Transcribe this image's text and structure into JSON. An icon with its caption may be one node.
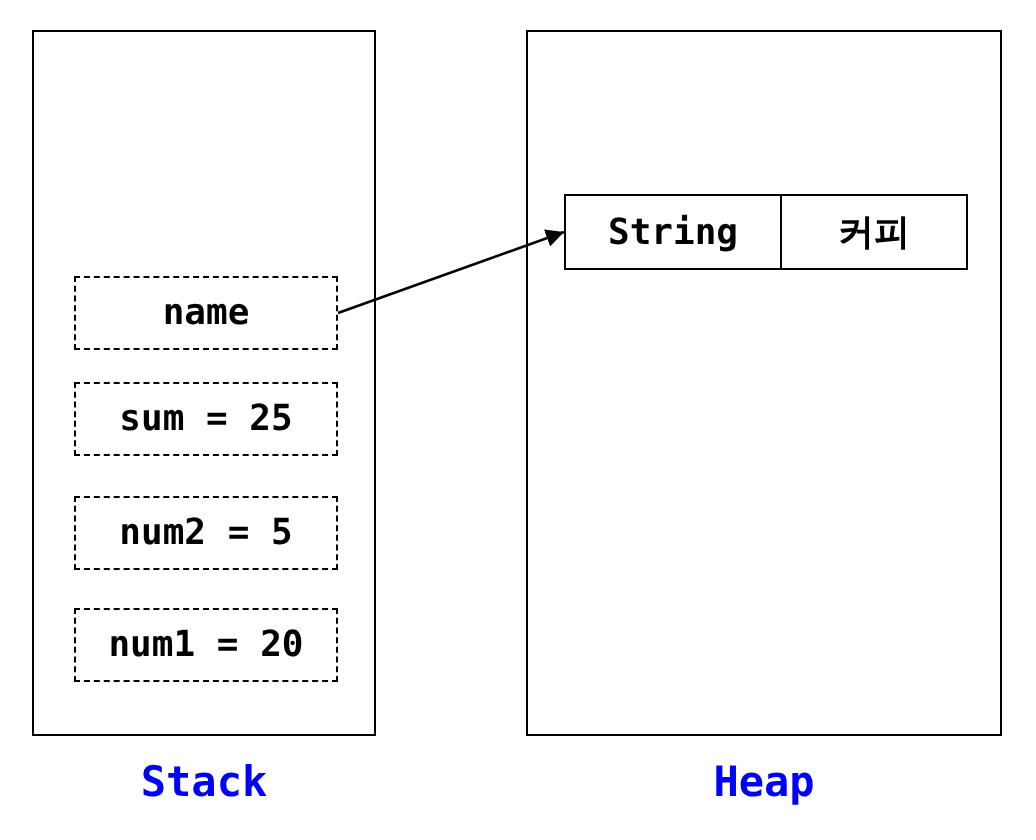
{
  "diagram": {
    "nodes": [
      {
        "text": [
          "Stack"
        ]
      },
      {
        "text": [
          "name"
        ],
        "in": 0
      },
      {
        "text": [
          "sum = 25"
        ],
        "in": 0
      },
      {
        "text": [
          "num2 = 5"
        ],
        "in": 0
      },
      {
        "text": [
          "num1 = 20"
        ],
        "in": 0
      },
      {
        "text": [
          "Heap"
        ]
      },
      {
        "text": [
          "String",
          "커피"
        ],
        "in": 5
      }
    ],
    "edges": [
      {
        "from": 1,
        "to": 6,
        "arrow": "to"
      }
    ]
  }
}
